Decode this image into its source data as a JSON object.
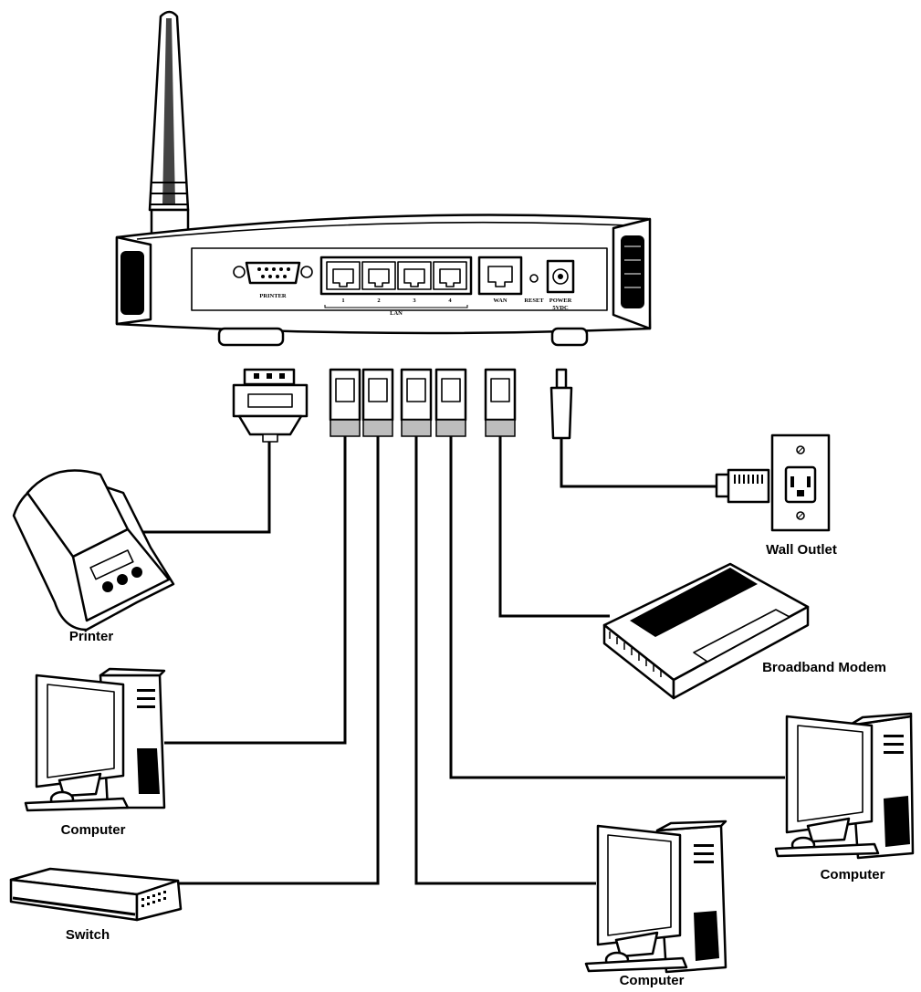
{
  "router": {
    "port_labels": {
      "printer": "PRINTER",
      "lan_numbers": [
        "1",
        "2",
        "3",
        "4"
      ],
      "lan": "LAN",
      "wan": "WAN",
      "reset": "RESET",
      "power_line1": "POWER",
      "power_line2": "5VDC"
    }
  },
  "devices": {
    "printer": "Printer",
    "computer_left": "Computer",
    "switch": "Switch",
    "computer_bottom": "Computer",
    "computer_right": "Computer",
    "modem": "Broadband Modem",
    "wall_outlet": "Wall Outlet"
  }
}
